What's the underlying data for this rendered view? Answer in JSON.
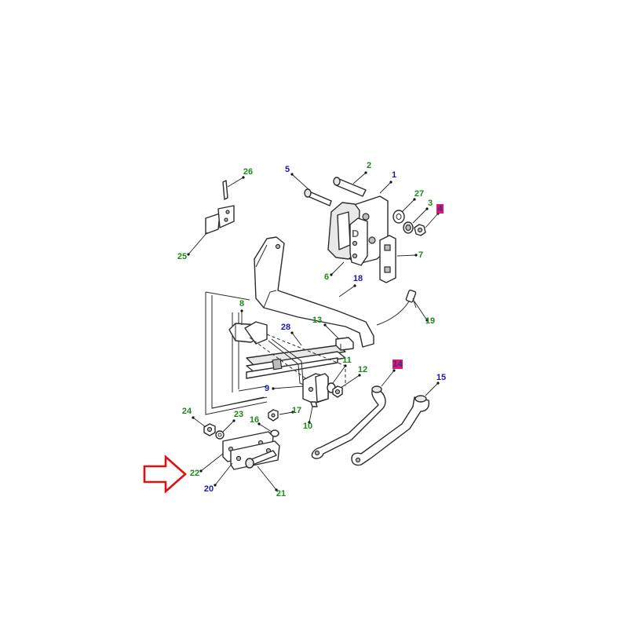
{
  "colors": {
    "green": "#1a8a1a",
    "blue": "#1a1aa6",
    "highlight_fill": "#d81b6a",
    "highlight_text": "#3a2a9a",
    "arrow": "#e01010",
    "line": "#2b2b2b"
  },
  "part_stamp": "D",
  "callouts": [
    {
      "id": "c1",
      "label": "1",
      "color": "blue",
      "highlight": false
    },
    {
      "id": "c2",
      "label": "2",
      "color": "green",
      "highlight": false
    },
    {
      "id": "c3",
      "label": "3",
      "color": "green",
      "highlight": false
    },
    {
      "id": "c4",
      "label": "4",
      "color": "blue",
      "highlight": true
    },
    {
      "id": "c5",
      "label": "5",
      "color": "blue",
      "highlight": false
    },
    {
      "id": "c6",
      "label": "6",
      "color": "green",
      "highlight": false
    },
    {
      "id": "c7",
      "label": "7",
      "color": "green",
      "highlight": false
    },
    {
      "id": "c8",
      "label": "8",
      "color": "green",
      "highlight": false
    },
    {
      "id": "c9",
      "label": "9",
      "color": "blue",
      "highlight": false
    },
    {
      "id": "c10",
      "label": "10",
      "color": "green",
      "highlight": false
    },
    {
      "id": "c11",
      "label": "11",
      "color": "green",
      "highlight": false
    },
    {
      "id": "c12",
      "label": "12",
      "color": "green",
      "highlight": false
    },
    {
      "id": "c13",
      "label": "13",
      "color": "green",
      "highlight": false
    },
    {
      "id": "c14",
      "label": "14",
      "color": "blue",
      "highlight": true
    },
    {
      "id": "c15",
      "label": "15",
      "color": "blue",
      "highlight": false
    },
    {
      "id": "c16",
      "label": "16",
      "color": "green",
      "highlight": false
    },
    {
      "id": "c17",
      "label": "17",
      "color": "green",
      "highlight": false
    },
    {
      "id": "c18",
      "label": "18",
      "color": "blue",
      "highlight": false
    },
    {
      "id": "c19",
      "label": "19",
      "color": "green",
      "highlight": false
    },
    {
      "id": "c20",
      "label": "20",
      "color": "blue",
      "highlight": false
    },
    {
      "id": "c21",
      "label": "21",
      "color": "green",
      "highlight": false
    },
    {
      "id": "c22",
      "label": "22",
      "color": "green",
      "highlight": false
    },
    {
      "id": "c23",
      "label": "23",
      "color": "green",
      "highlight": false
    },
    {
      "id": "c24",
      "label": "24",
      "color": "green",
      "highlight": false
    },
    {
      "id": "c25",
      "label": "25",
      "color": "green",
      "highlight": false
    },
    {
      "id": "c26",
      "label": "26",
      "color": "green",
      "highlight": false
    },
    {
      "id": "c27",
      "label": "27",
      "color": "green",
      "highlight": false
    },
    {
      "id": "c28",
      "label": "28",
      "color": "blue",
      "highlight": false
    }
  ]
}
